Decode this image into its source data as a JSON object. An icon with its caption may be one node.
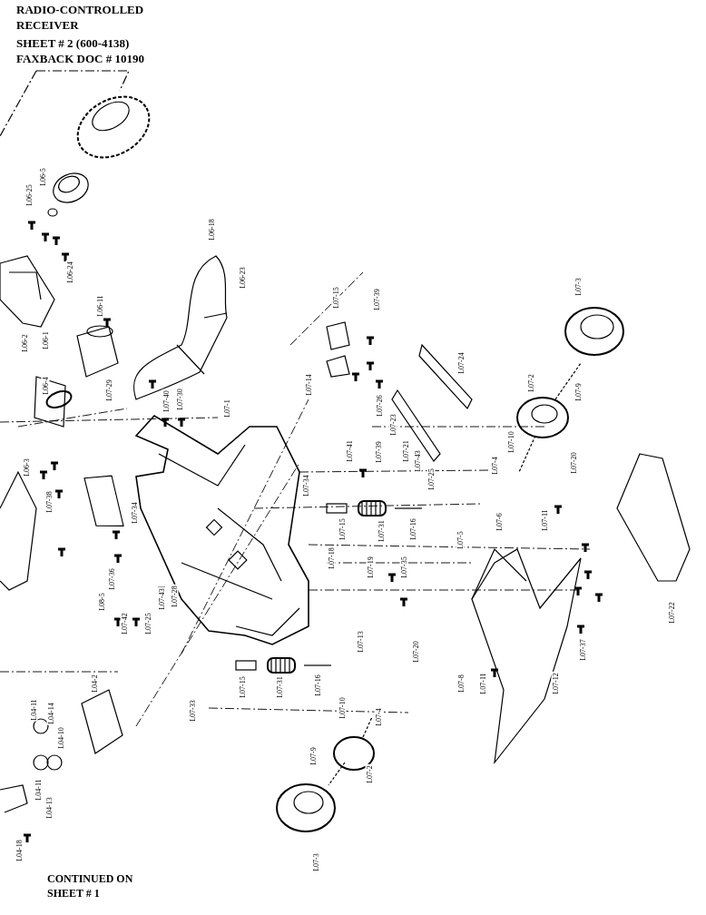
{
  "diagram": {
    "title": "RADIO-CONTROLLED RECEIVER",
    "labels": [
      "SHEET # 2  (600-4138)",
      "FAXBACK DOC # 10190",
      "L06-5",
      "L06-25",
      "L06-18",
      "L06-24",
      "L06-23",
      "L07-3",
      "L07-15",
      "L07-39",
      "L06-11",
      "L06-1",
      "L06-2",
      "L07-24",
      "L07-2",
      "L07-14",
      "L06-4",
      "L07-29",
      "L07-9",
      "L07-30",
      "L07-40",
      "L07-26",
      "L07-1",
      "L07-23",
      "L07-10",
      "L07-21",
      "L07-41",
      "L07-39",
      "L07-43",
      "L07-20",
      "L07-4",
      "L06-3",
      "L07-25",
      "L07-34",
      "L07-38",
      "L07-34",
      "L07-11",
      "L07-6",
      "L07-15",
      "L07-16",
      "L07-31",
      "L07-5",
      "L07-18",
      "L07-19",
      "L07-35",
      "L07-36",
      "L07-28",
      "L07-43",
      "L08-5",
      "L07-22",
      "L07-42",
      "L07-25",
      "L07-13",
      "L07-37",
      "L07-20",
      "L04-2",
      "L07-12",
      "L07-11",
      "L07-8",
      "L07-16",
      "L07-15",
      "L07-31",
      "L07-10",
      "L04-11",
      "L07-33",
      "L04-14",
      "L07-4",
      "L04-10",
      "L07-9",
      "L07-2",
      "L04-11",
      "L04-13",
      "L04-18",
      "L07-3",
      "CONTINUED ON SHEET # 1"
    ]
  }
}
